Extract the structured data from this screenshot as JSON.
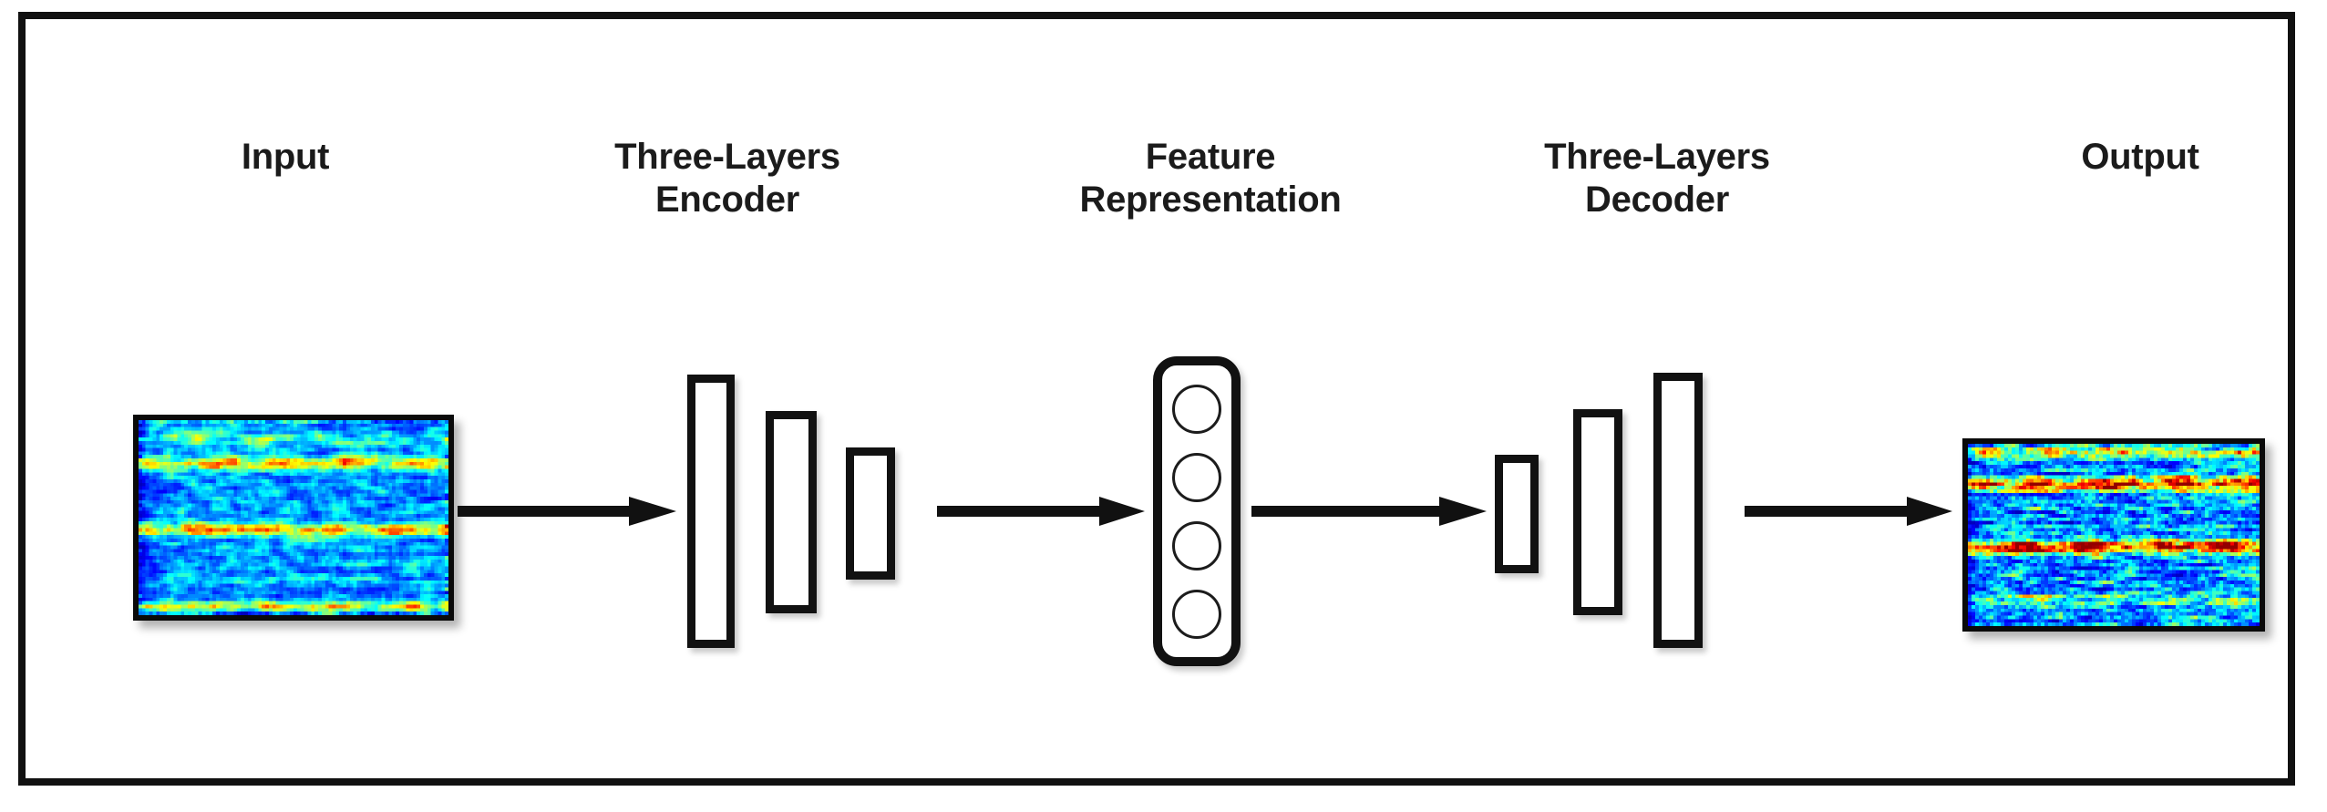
{
  "figure": {
    "title": "Autoencoder architecture block diagram",
    "background_color": "#ffffff",
    "frame_color": "#111111"
  },
  "labels": {
    "input": "Input",
    "encoder": "Three-Layers\nEncoder",
    "feature": "Feature\nRepresentation",
    "decoder": "Three-Layers\nDecoder",
    "output": "Output"
  },
  "stages": [
    {
      "name": "input-spectrogram",
      "kind": "image",
      "label": "Input",
      "description": "jet-colormap spectrogram with horizontal striations"
    },
    {
      "name": "encoder",
      "kind": "layer-stack",
      "label": "Three-Layers Encoder",
      "layer_count": 3,
      "layer_heights": [
        300,
        222,
        145
      ]
    },
    {
      "name": "feature-representation",
      "kind": "node-column",
      "label": "Feature Representation",
      "node_count": 4
    },
    {
      "name": "decoder",
      "kind": "layer-stack",
      "label": "Three-Layers Decoder",
      "layer_count": 3,
      "layer_heights": [
        130,
        226,
        302
      ]
    },
    {
      "name": "output-spectrogram",
      "kind": "image",
      "label": "Output",
      "description": "jet-colormap reconstructed spectrogram, blockier texture"
    }
  ],
  "arrows": [
    {
      "name": "arrow-input-to-encoder",
      "from": "input-spectrogram",
      "to": "encoder"
    },
    {
      "name": "arrow-encoder-to-feature",
      "from": "encoder",
      "to": "feature-representation"
    },
    {
      "name": "arrow-feature-to-decoder",
      "from": "feature-representation",
      "to": "decoder"
    },
    {
      "name": "arrow-decoder-to-output",
      "from": "decoder",
      "to": "output-spectrogram"
    }
  ],
  "colormap": {
    "name": "jet",
    "stops": [
      "#000080",
      "#0000ff",
      "#0080ff",
      "#00ffff",
      "#80ff80",
      "#ffff00",
      "#ff8000",
      "#ff0000",
      "#800000"
    ]
  },
  "feature_nodes": [
    {
      "index": 1
    },
    {
      "index": 2
    },
    {
      "index": 3
    },
    {
      "index": 4
    }
  ]
}
